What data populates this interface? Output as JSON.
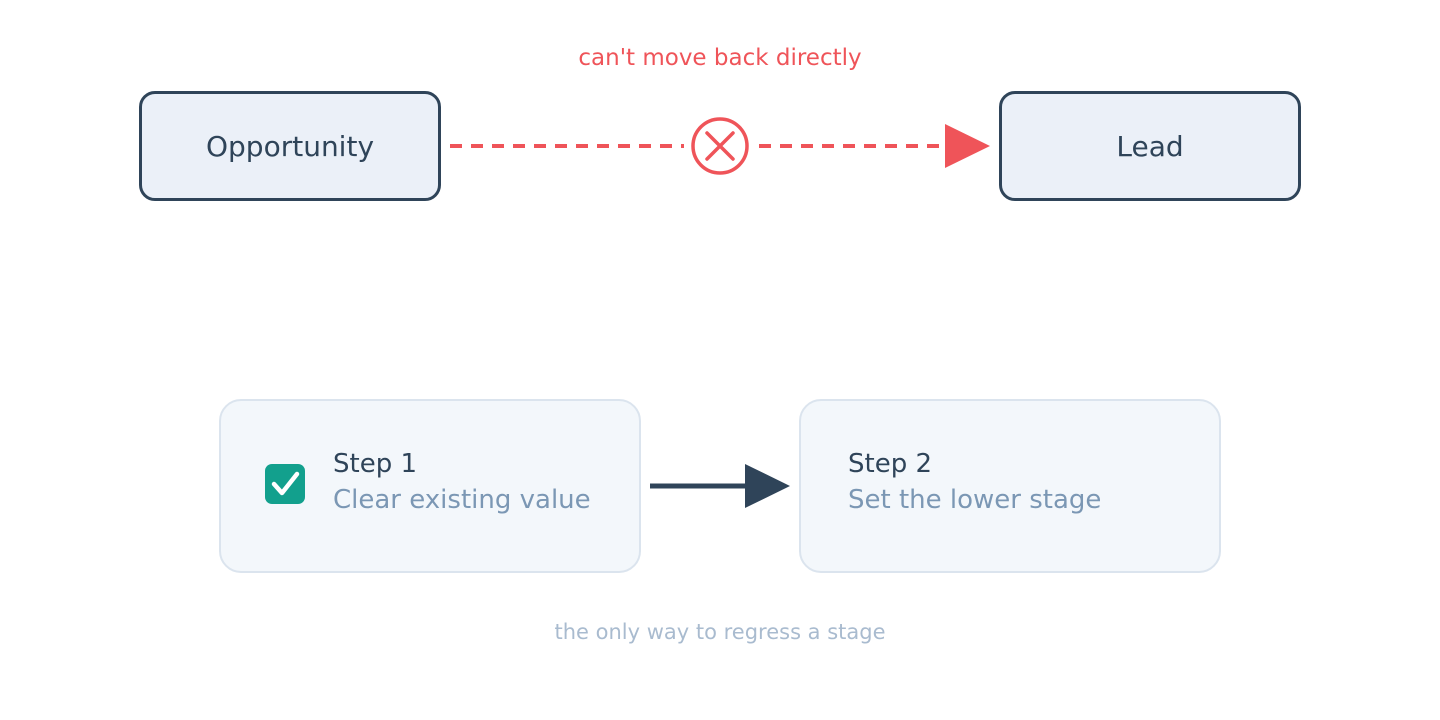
{
  "diagram": {
    "stages": {
      "from_label": "Opportunity",
      "to_label": "Lead"
    },
    "blocked_transition": {
      "caption": "can't move back directly",
      "icon": "blocked-x-circle-icon",
      "color": "#ef5459"
    },
    "steps": [
      {
        "title": "Step 1",
        "description": "Clear existing value",
        "checked": true,
        "icon": "checkbox-checked-icon"
      },
      {
        "title": "Step 2",
        "description": "Set the lower stage"
      }
    ],
    "footer_note": "the only way to regress a stage",
    "colors": {
      "stage_border": "#2f4459",
      "stage_fill": "#ebf0f8",
      "check": "#12a08d",
      "muted_text": "#7b97b4",
      "note_text": "#a9bbcf"
    }
  }
}
